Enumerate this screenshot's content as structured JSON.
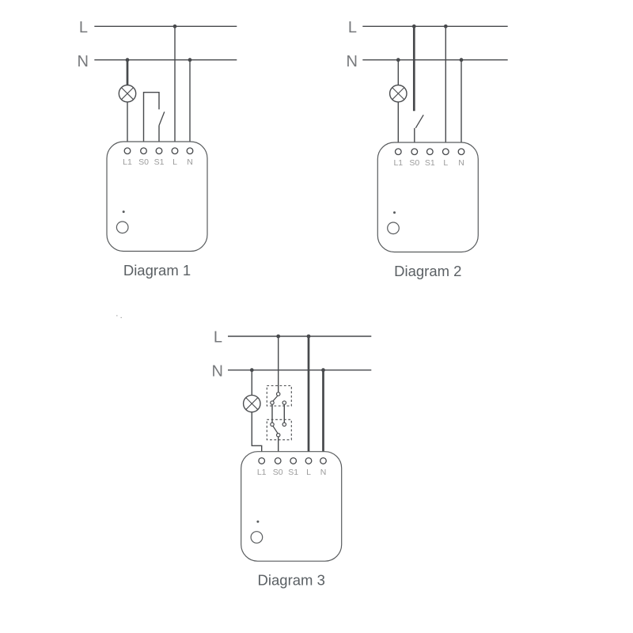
{
  "colors": {
    "background": "#ffffff",
    "wire": "#47494c",
    "device_outline": "#595c5e",
    "line_label": "#77797c",
    "terminal_label": "#9b9b9b",
    "caption": "#5b6064"
  },
  "diagrams": [
    {
      "caption": "Diagram 1",
      "live_label": "L",
      "neutral_label": "N",
      "terminals": [
        "L1",
        "S0",
        "S1",
        "L",
        "N"
      ]
    },
    {
      "caption": "Diagram 2",
      "live_label": "L",
      "neutral_label": "N",
      "terminals": [
        "L1",
        "S0",
        "S1",
        "L",
        "N"
      ]
    },
    {
      "caption": "Diagram 3",
      "live_label": "L",
      "neutral_label": "N",
      "terminals": [
        "L1",
        "S0",
        "S1",
        "L",
        "N"
      ]
    }
  ],
  "stray_mark": "·."
}
